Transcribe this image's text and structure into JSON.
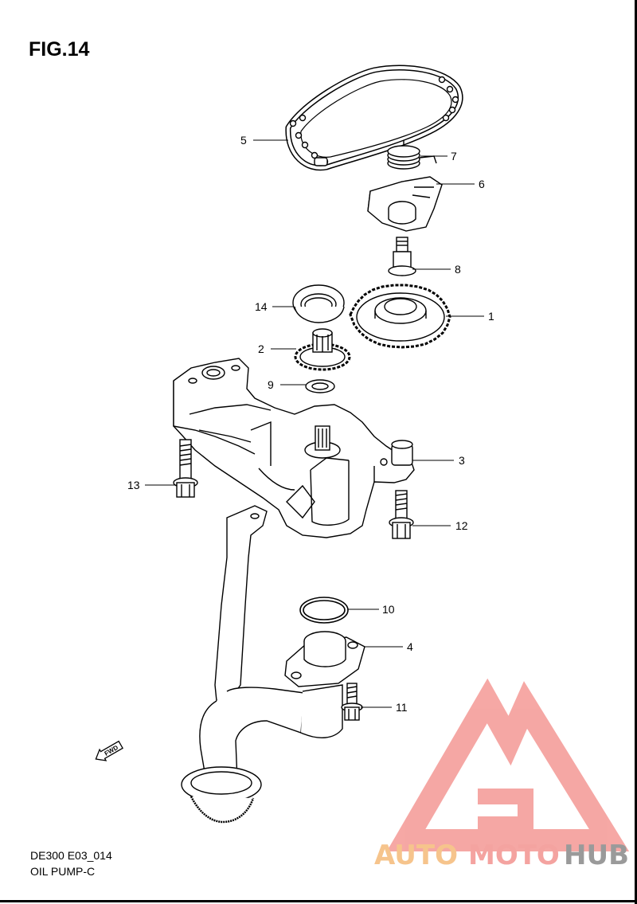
{
  "figure": {
    "title": "FIG.14",
    "diagram_code": "DE300 E03_014",
    "section_name": "OIL PUMP-C"
  },
  "callouts": [
    {
      "id": "5",
      "label": "5"
    },
    {
      "id": "7",
      "label": "7"
    },
    {
      "id": "6",
      "label": "6"
    },
    {
      "id": "8",
      "label": "8"
    },
    {
      "id": "14",
      "label": "14"
    },
    {
      "id": "1",
      "label": "1"
    },
    {
      "id": "2",
      "label": "2"
    },
    {
      "id": "9",
      "label": "9"
    },
    {
      "id": "3",
      "label": "3"
    },
    {
      "id": "13",
      "label": "13"
    },
    {
      "id": "12",
      "label": "12"
    },
    {
      "id": "10",
      "label": "10"
    },
    {
      "id": "4",
      "label": "4"
    },
    {
      "id": "11",
      "label": "11"
    }
  ],
  "direction_marker": {
    "label": "FWD"
  },
  "watermark": {
    "word_1": "AUTO",
    "word_2": "MOTO",
    "word_3": "HUB",
    "color_1": "#f6c48c",
    "color_2": "#f4a3a0",
    "color_3": "#9a9a9a",
    "logo_color": "#f5a3a0"
  }
}
